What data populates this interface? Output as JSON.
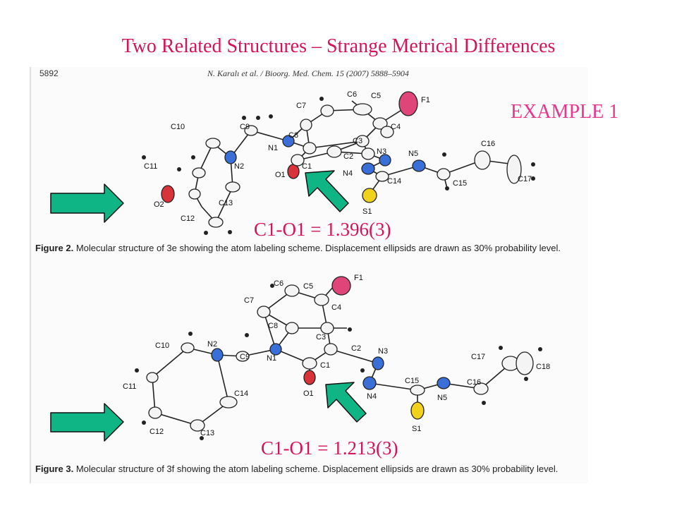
{
  "slide_title": "Two Related Structures – Strange Metrical Differences",
  "example_label": "EXAMPLE 1",
  "paper": {
    "page_number": "5892",
    "running_head": "N. Karalı et al. / Bioorg. Med. Chem. 15 (2007) 5888–5904"
  },
  "figure_top": {
    "caption_label": "Figure 2.",
    "caption_text": "Molecular structure of 3e showing the atom labeling scheme. Displacement ellipsids are drawn as 30% probability level.",
    "bond_length": "C1-O1 = 1.396(3)",
    "atoms": {
      "F1": "F1",
      "C6": "C6",
      "C5": "C5",
      "C7": "C7",
      "C4": "C4",
      "C10": "C10",
      "C9": "C9",
      "C8": "C8",
      "N1": "N1",
      "C3": "C3",
      "C2": "C2",
      "N3": "N3",
      "N5": "N5",
      "C16": "C16",
      "C11": "C11",
      "N2": "N2",
      "O1": "O1",
      "C1": "C1",
      "N4": "N4",
      "C14": "C14",
      "C15": "C15",
      "C17": "C17",
      "S1": "S1",
      "O2": "O2",
      "C13": "C13",
      "C12": "C12"
    }
  },
  "figure_bottom": {
    "caption_label": "Figure 3.",
    "caption_text": "Molecular structure of 3f showing the atom labeling scheme. Displacement ellipsids are drawn as 30% probability level.",
    "bond_length": "C1-O1 = 1.213(3)",
    "atoms": {
      "F1": "F1",
      "C6": "C6",
      "C5": "C5",
      "C7": "C7",
      "C4": "C4",
      "C8": "C8",
      "C3": "C3",
      "C10": "C10",
      "N2": "N2",
      "C9": "C9",
      "N1": "N1",
      "C2": "C2",
      "N3": "N3",
      "C1": "C1",
      "C17": "C17",
      "C18": "C18",
      "C15": "C15",
      "C16": "C16",
      "C11": "C11",
      "O1": "O1",
      "N4": "N4",
      "N5": "N5",
      "C14": "C14",
      "C12": "C12",
      "C13": "C13",
      "S1": "S1"
    }
  },
  "colors": {
    "title": "#d4145a",
    "example": "#e8368f",
    "arrow_fill": "#10b585",
    "nitrogen": "#3a6fd8",
    "oxygen": "#d8333a",
    "sulfur": "#f0d21c",
    "fluorine": "#e0457a"
  }
}
